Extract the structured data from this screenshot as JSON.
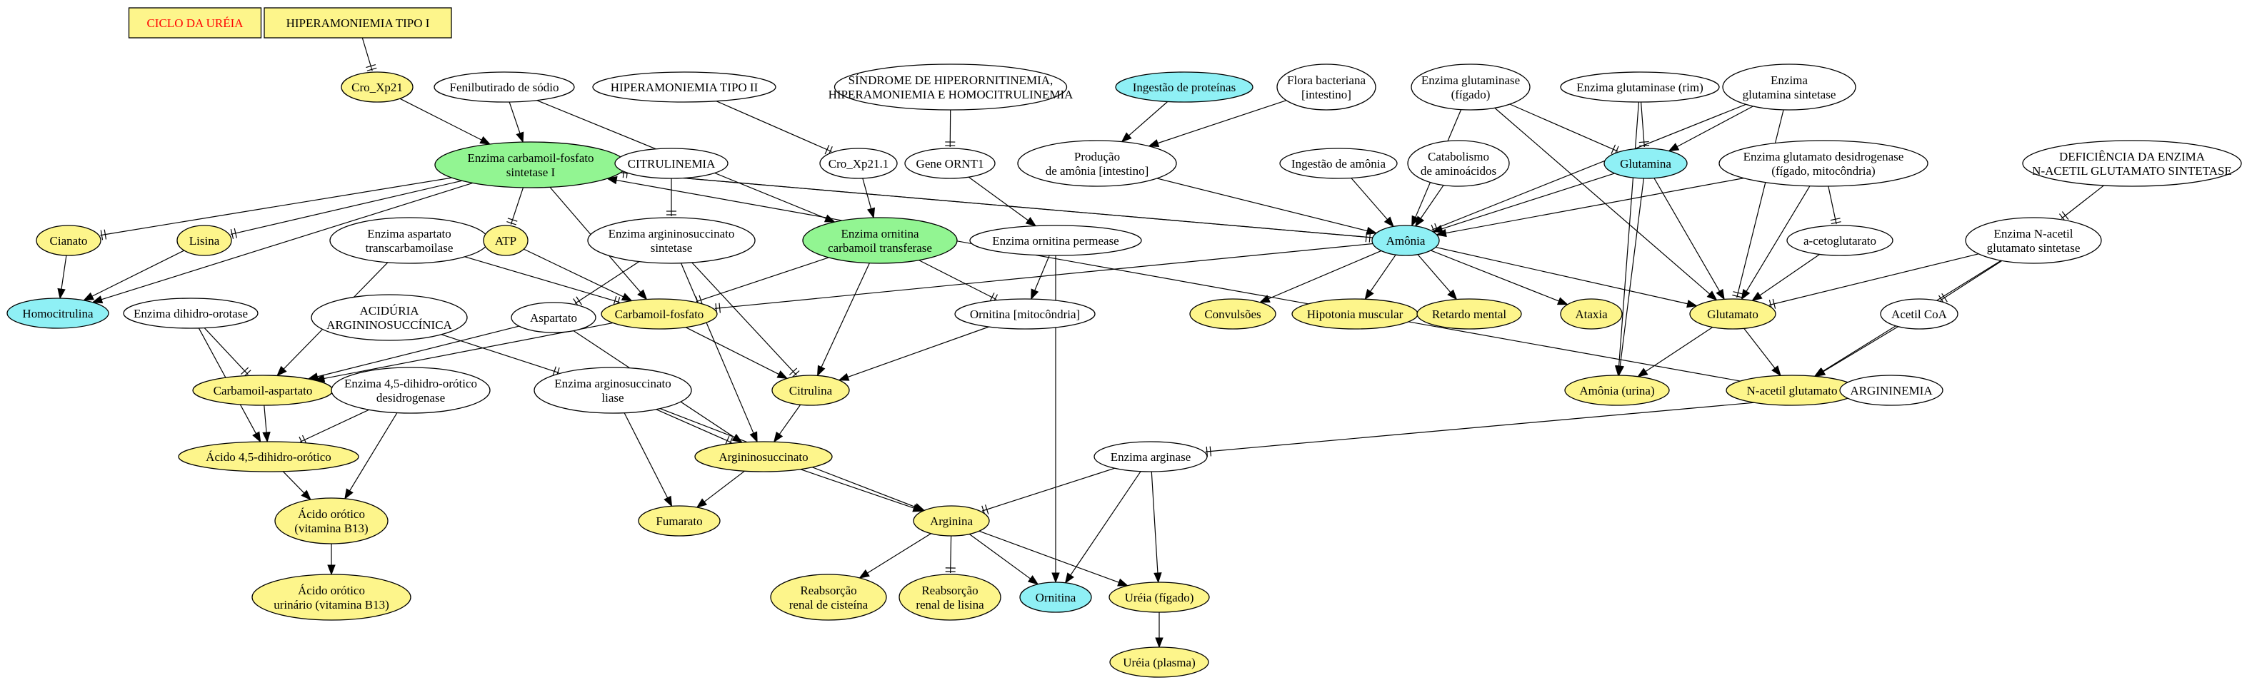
{
  "colors": {
    "plain": "#ffffff",
    "yellow": "#fdf58b",
    "cyan": "#8ff0f5",
    "green": "#92f592",
    "red_text": "#ff0000",
    "stroke": "#000000"
  },
  "nodes": {
    "ciclo": {
      "lines": [
        "CICLO DA URÉIA"
      ],
      "fill": "yellow",
      "shape": "box",
      "text_color": "red_text"
    },
    "hipertipo1": {
      "lines": [
        "HIPERAMONIEMIA TIPO I"
      ],
      "fill": "yellow",
      "shape": "box"
    },
    "croxp21": {
      "lines": [
        "Cro_Xp21"
      ],
      "fill": "yellow"
    },
    "fenil": {
      "lines": [
        "Fenilbutirado de sódio"
      ],
      "fill": "plain"
    },
    "hipertipo2": {
      "lines": [
        "HIPERAMONIEMIA TIPO II"
      ],
      "fill": "plain"
    },
    "sindrome": {
      "lines": [
        "SÍNDROME DE HIPERORNITINEMIA,",
        "HIPERAMONIEMIA E HOMOCITRULINEMIA"
      ],
      "fill": "plain"
    },
    "ingestprot": {
      "lines": [
        "Ingestão de proteínas"
      ],
      "fill": "cyan"
    },
    "flora": {
      "lines": [
        "Flora bacteriana",
        "[intestino]"
      ],
      "fill": "plain"
    },
    "glutaminase_f": {
      "lines": [
        "Enzima glutaminase",
        "(fígado)"
      ],
      "fill": "plain"
    },
    "glutaminase_r": {
      "lines": [
        "Enzima glutaminase (rim)"
      ],
      "fill": "plain"
    },
    "glut_sint": {
      "lines": [
        "Enzima",
        "glutamina sintetase"
      ],
      "fill": "plain"
    },
    "cps": {
      "lines": [
        "Enzima carbamoil-fosfato",
        "sintetase I"
      ],
      "fill": "green"
    },
    "citrulinemia": {
      "lines": [
        "CITRULINEMIA"
      ],
      "fill": "plain"
    },
    "croxp211": {
      "lines": [
        "Cro_Xp21.1"
      ],
      "fill": "plain"
    },
    "geneornt": {
      "lines": [
        "Gene ORNT1"
      ],
      "fill": "plain"
    },
    "prodamonia": {
      "lines": [
        "Produção",
        "de amônia [intestino]"
      ],
      "fill": "plain"
    },
    "ingestamonia": {
      "lines": [
        "Ingestão de amônia"
      ],
      "fill": "plain"
    },
    "catab": {
      "lines": [
        "Catabolismo",
        "de aminoácidos"
      ],
      "fill": "plain"
    },
    "glutamina": {
      "lines": [
        "Glutamina"
      ],
      "fill": "cyan"
    },
    "gdh": {
      "lines": [
        "Enzima glutamato desidrogenase",
        "(fígado, mitocôndria)"
      ],
      "fill": "plain"
    },
    "deficiencia": {
      "lines": [
        "DEFICIÊNCIA DA ENZIMA",
        "N-ACETIL GLUTAMATO SINTETASE"
      ],
      "fill": "plain"
    },
    "cianato": {
      "lines": [
        "Cianato"
      ],
      "fill": "yellow"
    },
    "lisina": {
      "lines": [
        "Lisina"
      ],
      "fill": "yellow"
    },
    "aspcarb": {
      "lines": [
        "Enzima  aspartato",
        "transcarbamoilase"
      ],
      "fill": "plain"
    },
    "atp": {
      "lines": [
        "ATP"
      ],
      "fill": "yellow"
    },
    "argsucsint": {
      "lines": [
        "Enzima argininosuccinato",
        "sintetase"
      ],
      "fill": "plain"
    },
    "otc": {
      "lines": [
        "Enzima ornitina",
        "carbamoil transferase"
      ],
      "fill": "green"
    },
    "ornperm": {
      "lines": [
        "Enzima ornitina permease"
      ],
      "fill": "plain"
    },
    "amonia": {
      "lines": [
        "Amônia"
      ],
      "fill": "cyan"
    },
    "acetoglut": {
      "lines": [
        "a-cetoglutarato"
      ],
      "fill": "plain"
    },
    "nags": {
      "lines": [
        "Enzima N-acetil",
        "glutamato sintetase"
      ],
      "fill": "plain"
    },
    "homocit": {
      "lines": [
        "Homocitrulina"
      ],
      "fill": "cyan"
    },
    "dhoro": {
      "lines": [
        "Enzima dihidro-orotase"
      ],
      "fill": "plain"
    },
    "aciduria": {
      "lines": [
        "ACIDÚRIA",
        "ARGININOSUCCÍNICA"
      ],
      "fill": "plain"
    },
    "aspartato": {
      "lines": [
        "Aspartato"
      ],
      "fill": "plain"
    },
    "carbfosf": {
      "lines": [
        "Carbamoil-fosfato"
      ],
      "fill": "yellow"
    },
    "ornmito": {
      "lines": [
        "Ornitina [mitocôndria]"
      ],
      "fill": "plain"
    },
    "convulsoes": {
      "lines": [
        "Convulsões"
      ],
      "fill": "yellow"
    },
    "hipotonia": {
      "lines": [
        "Hipotonia muscular"
      ],
      "fill": "yellow"
    },
    "retardo": {
      "lines": [
        "Retardo mental"
      ],
      "fill": "yellow"
    },
    "ataxia": {
      "lines": [
        "Ataxia"
      ],
      "fill": "yellow"
    },
    "glutamato": {
      "lines": [
        "Glutamato"
      ],
      "fill": "yellow"
    },
    "acetilcoa": {
      "lines": [
        "Acetil CoA"
      ],
      "fill": "plain"
    },
    "carbasp": {
      "lines": [
        "Carbamoil-aspartato"
      ],
      "fill": "yellow"
    },
    "dhodh": {
      "lines": [
        "Enzima 4,5-dihidro-orótico",
        "desidrogenase"
      ],
      "fill": "plain"
    },
    "argsuclia": {
      "lines": [
        "Enzima arginosuccinato",
        "liase"
      ],
      "fill": "plain"
    },
    "citrulina": {
      "lines": [
        "Citrulina"
      ],
      "fill": "yellow"
    },
    "amonurina": {
      "lines": [
        "Amônia (urina)"
      ],
      "fill": "yellow"
    },
    "nacglut": {
      "lines": [
        "N-acetil glutamato"
      ],
      "fill": "yellow"
    },
    "argininemia": {
      "lines": [
        "ARGININEMIA"
      ],
      "fill": "plain"
    },
    "dhorotico": {
      "lines": [
        "Ácido 4,5-dihidro-orótico"
      ],
      "fill": "yellow"
    },
    "argsuc": {
      "lines": [
        "Argininosuccinato"
      ],
      "fill": "yellow"
    },
    "arginase": {
      "lines": [
        "Enzima arginase"
      ],
      "fill": "plain"
    },
    "orotico": {
      "lines": [
        "Ácido orótico",
        "(vitamina B13)"
      ],
      "fill": "yellow"
    },
    "fumarato": {
      "lines": [
        "Fumarato"
      ],
      "fill": "yellow"
    },
    "arginina": {
      "lines": [
        "Arginina"
      ],
      "fill": "yellow"
    },
    "orotico_ur": {
      "lines": [
        "Ácido orótico",
        "urinário (vitamina B13)"
      ],
      "fill": "yellow"
    },
    "reabcist": {
      "lines": [
        "Reabsorção",
        "renal de cisteína"
      ],
      "fill": "yellow"
    },
    "reablis": {
      "lines": [
        "Reabsorção",
        "renal de lisina"
      ],
      "fill": "yellow"
    },
    "ornitina": {
      "lines": [
        "Ornitina"
      ],
      "fill": "cyan"
    },
    "ureia_f": {
      "lines": [
        "Uréia (fígado)"
      ],
      "fill": "yellow"
    },
    "ureia_p": {
      "lines": [
        "Uréia (plasma)"
      ],
      "fill": "yellow"
    }
  },
  "edges": [
    {
      "from": "hipertipo1",
      "to": "croxp21",
      "head": "tee"
    },
    {
      "from": "croxp21",
      "to": "cps",
      "head": "arrow"
    },
    {
      "from": "fenil",
      "to": "cps",
      "head": "arrow"
    },
    {
      "from": "fenil",
      "to": "otc",
      "head": "arrow"
    },
    {
      "from": "hipertipo2",
      "to": "croxp211",
      "head": "tee"
    },
    {
      "from": "croxp211",
      "to": "otc",
      "head": "arrow"
    },
    {
      "from": "sindrome",
      "to": "geneornt",
      "head": "tee"
    },
    {
      "from": "geneornt",
      "to": "ornperm",
      "head": "arrow"
    },
    {
      "from": "ingestprot",
      "to": "prodamonia",
      "head": "arrow"
    },
    {
      "from": "flora",
      "to": "prodamonia",
      "head": "arrow"
    },
    {
      "from": "prodamonia",
      "to": "amonia",
      "head": "arrow"
    },
    {
      "from": "ingestamonia",
      "to": "amonia",
      "head": "arrow"
    },
    {
      "from": "catab",
      "to": "amonia",
      "head": "arrow"
    },
    {
      "from": "glutaminase_f",
      "to": "amonia",
      "head": "arrow"
    },
    {
      "from": "glutaminase_f",
      "to": "glutamina",
      "head": "tee"
    },
    {
      "from": "glutaminase_f",
      "to": "glutamato",
      "head": "arrow"
    },
    {
      "from": "glutaminase_r",
      "to": "glutamina",
      "head": "tee"
    },
    {
      "from": "glutaminase_r",
      "to": "amonurina",
      "head": "arrow"
    },
    {
      "from": "glut_sint",
      "to": "amonia",
      "head": "tee"
    },
    {
      "from": "glut_sint",
      "to": "glutamina",
      "head": "arrow"
    },
    {
      "from": "glut_sint",
      "to": "glutamato",
      "head": "tee"
    },
    {
      "from": "glutamina",
      "to": "amonia",
      "head": "arrow"
    },
    {
      "from": "glutamina",
      "to": "glutamato",
      "head": "arrow"
    },
    {
      "from": "glutamina",
      "to": "amonurina",
      "head": "arrow"
    },
    {
      "from": "gdh",
      "to": "amonia",
      "head": "arrow"
    },
    {
      "from": "gdh",
      "to": "acetoglut",
      "head": "tee"
    },
    {
      "from": "gdh",
      "to": "glutamato",
      "head": "arrow"
    },
    {
      "from": "acetoglut",
      "to": "glutamato",
      "head": "arrow"
    },
    {
      "from": "deficiencia",
      "to": "nags",
      "head": "tee"
    },
    {
      "from": "nags",
      "to": "glutamato",
      "head": "tee"
    },
    {
      "from": "nags",
      "to": "acetilcoa",
      "head": "tee"
    },
    {
      "from": "nags",
      "to": "nacglut",
      "head": "arrow"
    },
    {
      "from": "acetilcoa",
      "to": "nacglut",
      "head": "arrow"
    },
    {
      "from": "glutamato",
      "to": "nacglut",
      "head": "arrow"
    },
    {
      "from": "glutamato",
      "to": "amonurina",
      "head": "arrow"
    },
    {
      "from": "nacglut",
      "to": "cps",
      "head": "arrow"
    },
    {
      "from": "cps",
      "to": "amonia",
      "head": "tee"
    },
    {
      "from": "amonia",
      "to": "cps",
      "head": "tee"
    },
    {
      "from": "cps",
      "to": "cianato",
      "head": "tee"
    },
    {
      "from": "cps",
      "to": "lisina",
      "head": "tee"
    },
    {
      "from": "cps",
      "to": "homocit",
      "head": "arrow"
    },
    {
      "from": "cps",
      "to": "atp",
      "head": "tee"
    },
    {
      "from": "cps",
      "to": "carbfosf",
      "head": "arrow"
    },
    {
      "from": "cianato",
      "to": "homocit",
      "head": "arrow"
    },
    {
      "from": "lisina",
      "to": "homocit",
      "head": "arrow"
    },
    {
      "from": "atp",
      "to": "carbfosf",
      "head": "arrow"
    },
    {
      "from": "amonia",
      "to": "carbfosf",
      "head": "tee"
    },
    {
      "from": "amonia",
      "to": "convulsoes",
      "head": "arrow"
    },
    {
      "from": "amonia",
      "to": "hipotonia",
      "head": "arrow"
    },
    {
      "from": "amonia",
      "to": "retardo",
      "head": "arrow"
    },
    {
      "from": "amonia",
      "to": "ataxia",
      "head": "arrow"
    },
    {
      "from": "amonia",
      "to": "glutamato",
      "head": "arrow"
    },
    {
      "from": "citrulinemia",
      "to": "argsucsint",
      "head": "tee"
    },
    {
      "from": "argsucsint",
      "to": "aspartato",
      "head": "tee"
    },
    {
      "from": "argsucsint",
      "to": "citrulina",
      "head": "tee"
    },
    {
      "from": "argsucsint",
      "to": "argsuc",
      "head": "arrow"
    },
    {
      "from": "aspcarb",
      "to": "carbfosf",
      "head": "tee"
    },
    {
      "from": "aspcarb",
      "to": "carbasp",
      "head": "arrow"
    },
    {
      "from": "otc",
      "to": "carbfosf",
      "head": "tee"
    },
    {
      "from": "otc",
      "to": "ornmito",
      "head": "tee"
    },
    {
      "from": "otc",
      "to": "citrulina",
      "head": "arrow"
    },
    {
      "from": "ornperm",
      "to": "ornmito",
      "head": "arrow"
    },
    {
      "from": "ornperm",
      "to": "ornitina",
      "head": "arrow"
    },
    {
      "from": "ornmito",
      "to": "citrulina",
      "head": "arrow"
    },
    {
      "from": "carbfosf",
      "to": "citrulina",
      "head": "arrow"
    },
    {
      "from": "carbfosf",
      "to": "carbasp",
      "head": "arrow"
    },
    {
      "from": "aspartato",
      "to": "carbasp",
      "head": "arrow"
    },
    {
      "from": "aspartato",
      "to": "argsuc",
      "head": "arrow"
    },
    {
      "from": "dhoro",
      "to": "carbasp",
      "head": "tee"
    },
    {
      "from": "dhoro",
      "to": "dhorotico",
      "head": "arrow"
    },
    {
      "from": "carbasp",
      "to": "dhorotico",
      "head": "arrow"
    },
    {
      "from": "dhodh",
      "to": "dhorotico",
      "head": "tee"
    },
    {
      "from": "dhodh",
      "to": "orotico",
      "head": "arrow"
    },
    {
      "from": "dhorotico",
      "to": "orotico",
      "head": "arrow"
    },
    {
      "from": "orotico",
      "to": "orotico_ur",
      "head": "arrow"
    },
    {
      "from": "aciduria",
      "to": "argsuclia",
      "head": "tee"
    },
    {
      "from": "argsuclia",
      "to": "argsuc",
      "head": "tee"
    },
    {
      "from": "argsuclia",
      "to": "fumarato",
      "head": "arrow"
    },
    {
      "from": "argsuclia",
      "to": "arginina",
      "head": "arrow"
    },
    {
      "from": "citrulina",
      "to": "argsuc",
      "head": "arrow"
    },
    {
      "from": "argsuc",
      "to": "fumarato",
      "head": "arrow"
    },
    {
      "from": "argsuc",
      "to": "arginina",
      "head": "arrow"
    },
    {
      "from": "argininemia",
      "to": "arginase",
      "head": "tee"
    },
    {
      "from": "arginase",
      "to": "arginina",
      "head": "tee"
    },
    {
      "from": "arginase",
      "to": "ornitina",
      "head": "arrow"
    },
    {
      "from": "arginase",
      "to": "ureia_f",
      "head": "arrow"
    },
    {
      "from": "arginina",
      "to": "reabcist",
      "head": "arrow"
    },
    {
      "from": "arginina",
      "to": "reablis",
      "head": "tee"
    },
    {
      "from": "arginina",
      "to": "ornitina",
      "head": "arrow"
    },
    {
      "from": "arginina",
      "to": "ureia_f",
      "head": "arrow"
    },
    {
      "from": "ureia_f",
      "to": "ureia_p",
      "head": "arrow"
    }
  ]
}
